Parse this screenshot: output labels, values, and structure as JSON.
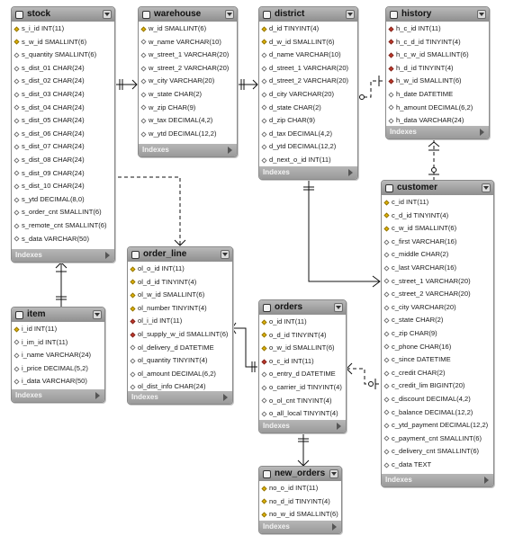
{
  "indexes_label": "Indexes",
  "tables": [
    {
      "id": "stock",
      "name": "stock",
      "columns": [
        {
          "k": "pk",
          "t": "s_i_id INT(11)"
        },
        {
          "k": "pk",
          "t": "s_w_id SMALLINT(6)"
        },
        {
          "k": "",
          "t": "s_quantity SMALLINT(6)"
        },
        {
          "k": "",
          "t": "s_dist_01 CHAR(24)"
        },
        {
          "k": "",
          "t": "s_dist_02 CHAR(24)"
        },
        {
          "k": "",
          "t": "s_dist_03 CHAR(24)"
        },
        {
          "k": "",
          "t": "s_dist_04 CHAR(24)"
        },
        {
          "k": "",
          "t": "s_dist_05 CHAR(24)"
        },
        {
          "k": "",
          "t": "s_dist_06 CHAR(24)"
        },
        {
          "k": "",
          "t": "s_dist_07 CHAR(24)"
        },
        {
          "k": "",
          "t": "s_dist_08 CHAR(24)"
        },
        {
          "k": "",
          "t": "s_dist_09 CHAR(24)"
        },
        {
          "k": "",
          "t": "s_dist_10 CHAR(24)"
        },
        {
          "k": "",
          "t": "s_ytd DECIMAL(8,0)"
        },
        {
          "k": "",
          "t": "s_order_cnt SMALLINT(6)"
        },
        {
          "k": "",
          "t": "s_remote_cnt SMALLINT(6)"
        },
        {
          "k": "",
          "t": "s_data VARCHAR(50)"
        }
      ]
    },
    {
      "id": "warehouse",
      "name": "warehouse",
      "columns": [
        {
          "k": "pk",
          "t": "w_id SMALLINT(6)"
        },
        {
          "k": "",
          "t": "w_name VARCHAR(10)"
        },
        {
          "k": "",
          "t": "w_street_1 VARCHAR(20)"
        },
        {
          "k": "",
          "t": "w_street_2 VARCHAR(20)"
        },
        {
          "k": "",
          "t": "w_city VARCHAR(20)"
        },
        {
          "k": "",
          "t": "w_state CHAR(2)"
        },
        {
          "k": "",
          "t": "w_zip CHAR(9)"
        },
        {
          "k": "",
          "t": "w_tax DECIMAL(4,2)"
        },
        {
          "k": "",
          "t": "w_ytd DECIMAL(12,2)"
        }
      ]
    },
    {
      "id": "district",
      "name": "district",
      "columns": [
        {
          "k": "pk",
          "t": "d_id TINYINT(4)"
        },
        {
          "k": "pk",
          "t": "d_w_id SMALLINT(6)"
        },
        {
          "k": "",
          "t": "d_name VARCHAR(10)"
        },
        {
          "k": "",
          "t": "d_street_1 VARCHAR(20)"
        },
        {
          "k": "",
          "t": "d_street_2 VARCHAR(20)"
        },
        {
          "k": "",
          "t": "d_city VARCHAR(20)"
        },
        {
          "k": "",
          "t": "d_state CHAR(2)"
        },
        {
          "k": "",
          "t": "d_zip CHAR(9)"
        },
        {
          "k": "",
          "t": "d_tax DECIMAL(4,2)"
        },
        {
          "k": "",
          "t": "d_ytd DECIMAL(12,2)"
        },
        {
          "k": "",
          "t": "d_next_o_id INT(11)"
        }
      ]
    },
    {
      "id": "history",
      "name": "history",
      "columns": [
        {
          "k": "fk",
          "t": "h_c_id INT(11)"
        },
        {
          "k": "fk",
          "t": "h_c_d_id TINYINT(4)"
        },
        {
          "k": "fk",
          "t": "h_c_w_id SMALLINT(6)"
        },
        {
          "k": "fk",
          "t": "h_d_id TINYINT(4)"
        },
        {
          "k": "fk",
          "t": "h_w_id SMALLINT(6)"
        },
        {
          "k": "",
          "t": "h_date DATETIME"
        },
        {
          "k": "",
          "t": "h_amount DECIMAL(6,2)"
        },
        {
          "k": "",
          "t": "h_data VARCHAR(24)"
        }
      ]
    },
    {
      "id": "item",
      "name": "item",
      "columns": [
        {
          "k": "pk",
          "t": "i_id INT(11)"
        },
        {
          "k": "",
          "t": "i_im_id INT(11)"
        },
        {
          "k": "",
          "t": "i_name VARCHAR(24)"
        },
        {
          "k": "",
          "t": "i_price DECIMAL(5,2)"
        },
        {
          "k": "",
          "t": "i_data VARCHAR(50)"
        }
      ]
    },
    {
      "id": "order_line",
      "name": "order_line",
      "columns": [
        {
          "k": "pk",
          "t": "ol_o_id INT(11)"
        },
        {
          "k": "pk",
          "t": "ol_d_id TINYINT(4)"
        },
        {
          "k": "pk",
          "t": "ol_w_id SMALLINT(6)"
        },
        {
          "k": "pk",
          "t": "ol_number TINYINT(4)"
        },
        {
          "k": "fk",
          "t": "ol_i_id INT(11)"
        },
        {
          "k": "fk",
          "t": "ol_supply_w_id SMALLINT(6)"
        },
        {
          "k": "",
          "t": "ol_delivery_d DATETIME"
        },
        {
          "k": "",
          "t": "ol_quantity TINYINT(4)"
        },
        {
          "k": "",
          "t": "ol_amount DECIMAL(6,2)"
        },
        {
          "k": "",
          "t": "ol_dist_info CHAR(24)"
        }
      ]
    },
    {
      "id": "orders",
      "name": "orders",
      "columns": [
        {
          "k": "pk",
          "t": "o_id INT(11)"
        },
        {
          "k": "pk",
          "t": "o_d_id TINYINT(4)"
        },
        {
          "k": "pk",
          "t": "o_w_id SMALLINT(6)"
        },
        {
          "k": "fk",
          "t": "o_c_id INT(11)"
        },
        {
          "k": "",
          "t": "o_entry_d DATETIME"
        },
        {
          "k": "",
          "t": "o_carrier_id TINYINT(4)"
        },
        {
          "k": "",
          "t": "o_ol_cnt TINYINT(4)"
        },
        {
          "k": "",
          "t": "o_all_local TINYINT(4)"
        }
      ]
    },
    {
      "id": "customer",
      "name": "customer",
      "columns": [
        {
          "k": "pk",
          "t": "c_id INT(11)"
        },
        {
          "k": "pk",
          "t": "c_d_id TINYINT(4)"
        },
        {
          "k": "pk",
          "t": "c_w_id SMALLINT(6)"
        },
        {
          "k": "",
          "t": "c_first VARCHAR(16)"
        },
        {
          "k": "",
          "t": "c_middle CHAR(2)"
        },
        {
          "k": "",
          "t": "c_last VARCHAR(16)"
        },
        {
          "k": "",
          "t": "c_street_1 VARCHAR(20)"
        },
        {
          "k": "",
          "t": "c_street_2 VARCHAR(20)"
        },
        {
          "k": "",
          "t": "c_city VARCHAR(20)"
        },
        {
          "k": "",
          "t": "c_state CHAR(2)"
        },
        {
          "k": "",
          "t": "c_zip CHAR(9)"
        },
        {
          "k": "",
          "t": "c_phone CHAR(16)"
        },
        {
          "k": "",
          "t": "c_since DATETIME"
        },
        {
          "k": "",
          "t": "c_credit CHAR(2)"
        },
        {
          "k": "",
          "t": "c_credit_lim BIGINT(20)"
        },
        {
          "k": "",
          "t": "c_discount DECIMAL(4,2)"
        },
        {
          "k": "",
          "t": "c_balance DECIMAL(12,2)"
        },
        {
          "k": "",
          "t": "c_ytd_payment DECIMAL(12,2)"
        },
        {
          "k": "",
          "t": "c_payment_cnt SMALLINT(6)"
        },
        {
          "k": "",
          "t": "c_delivery_cnt SMALLINT(6)"
        },
        {
          "k": "",
          "t": "c_data TEXT"
        }
      ]
    },
    {
      "id": "new_orders",
      "name": "new_orders",
      "columns": [
        {
          "k": "pk",
          "t": "no_o_id INT(11)"
        },
        {
          "k": "pk",
          "t": "no_d_id TINYINT(4)"
        },
        {
          "k": "pk",
          "t": "no_w_id SMALLINT(6)"
        }
      ]
    }
  ]
}
